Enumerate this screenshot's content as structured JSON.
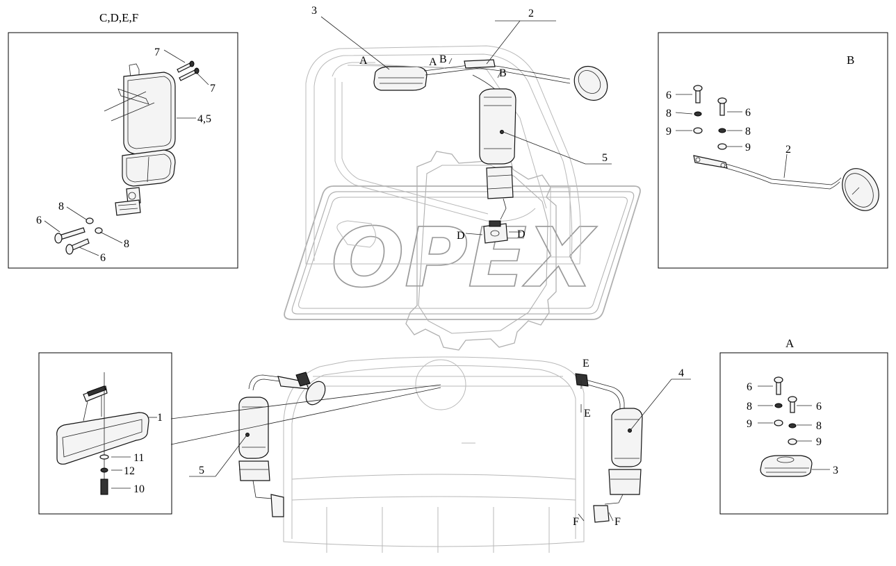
{
  "watermark": {
    "text": "OPEX"
  },
  "panels": {
    "cdef": {
      "title": "C,D,E,F",
      "callouts": [
        "7",
        "7",
        "4,5",
        "8",
        "6",
        "8",
        "6"
      ]
    },
    "b": {
      "title": "B",
      "callouts": [
        "6",
        "8",
        "9",
        "6",
        "8",
        "9",
        "2"
      ]
    },
    "a": {
      "title": "A",
      "callouts": [
        "6",
        "8",
        "9",
        "6",
        "8",
        "9",
        "3"
      ]
    },
    "inner": {
      "callouts": [
        "1",
        "11",
        "12",
        "10"
      ]
    }
  },
  "top_view": {
    "callouts": [
      "3",
      "2",
      "5"
    ],
    "markers": [
      "A",
      "A",
      "B",
      "B",
      "D",
      "D"
    ]
  },
  "front_view": {
    "callouts": [
      "4",
      "5",
      "1"
    ],
    "markers": [
      "E",
      "E",
      "F",
      "F"
    ]
  }
}
